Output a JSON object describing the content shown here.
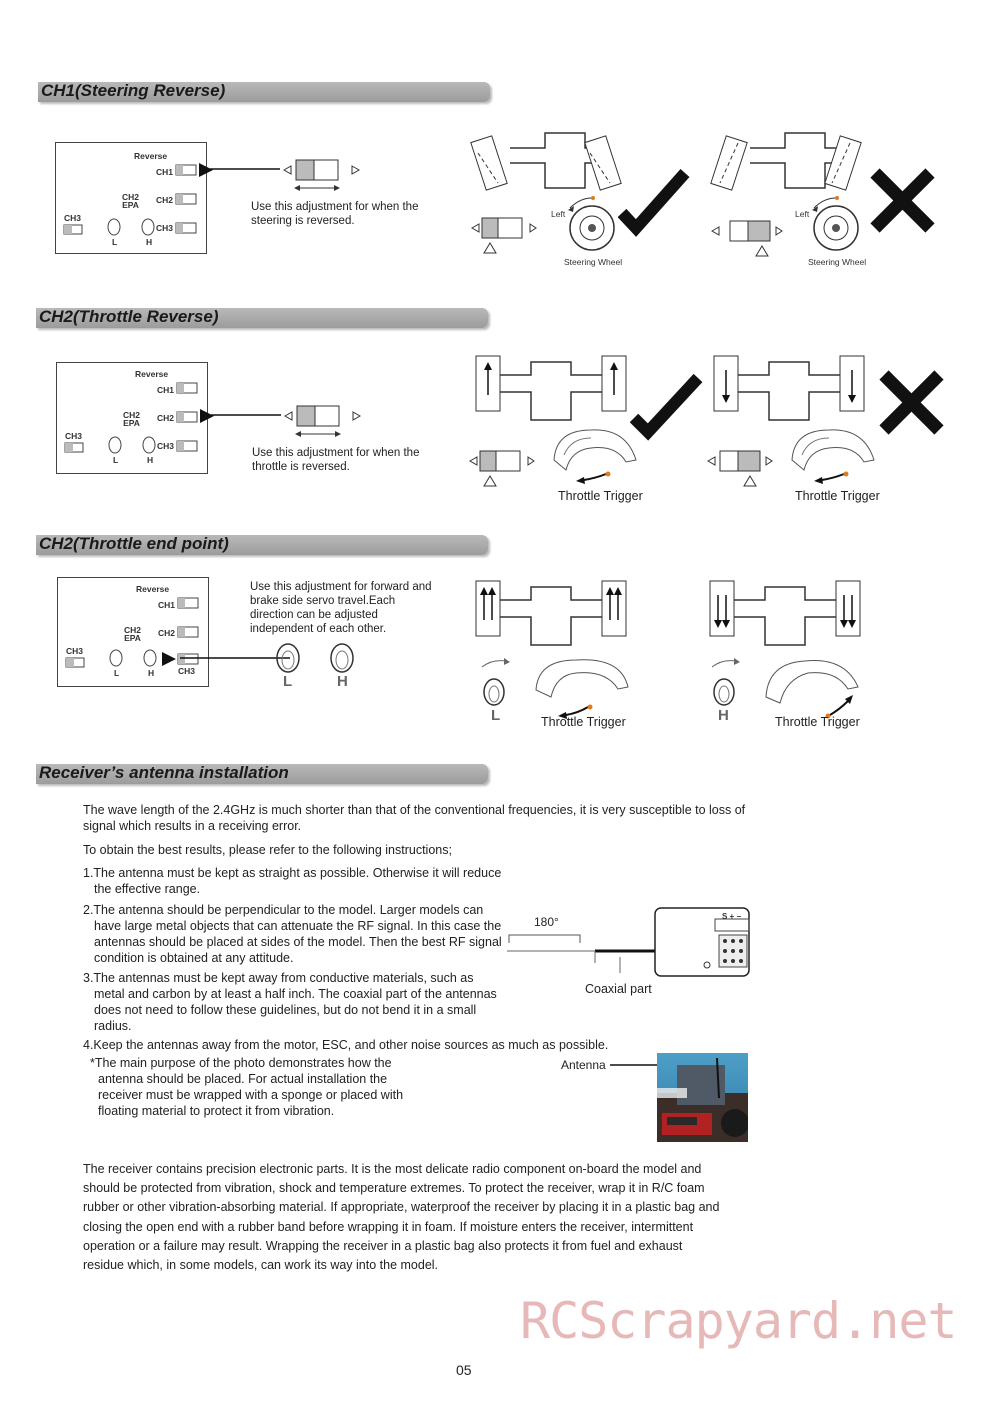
{
  "sections": {
    "ch1": {
      "title": "CH1(Steering Reverse)",
      "panel": {
        "reverse": "Reverse",
        "ch1": "CH1",
        "ch2epa": "CH2\nEPA",
        "ch2": "CH2",
        "ch3": "CH3",
        "ch3b": "CH3",
        "l": "L",
        "h": "H"
      },
      "caption": "Use this adjustment for when the steering is reversed.",
      "left_label": "Left",
      "wheel_label": "Steering Wheel"
    },
    "ch2rev": {
      "title": "CH2(Throttle Reverse)",
      "panel": {
        "reverse": "Reverse",
        "ch1": "CH1",
        "ch2epa": "CH2\nEPA",
        "ch2": "CH2",
        "ch3": "CH3",
        "ch3b": "CH3",
        "l": "L",
        "h": "H"
      },
      "caption": "Use this adjustment for when the throttle is reversed.",
      "trigger_label": "Throttle Trigger"
    },
    "ch2end": {
      "title": "CH2(Throttle end point)",
      "panel": {
        "reverse": "Reverse",
        "ch1": "CH1",
        "ch2epa": "CH2\nEPA",
        "ch2": "CH2",
        "ch3": "CH3",
        "ch3b": "CH3",
        "l": "L",
        "h": "H"
      },
      "caption": "Use this adjustment for forward and brake side servo travel.Each direction can be adjusted independent of each other.",
      "knob_l": "L",
      "knob_h": "H",
      "trigger_label": "Throttle Trigger"
    },
    "antenna": {
      "title": "Receiver’s antenna installation",
      "intro1": "The wave length of the 2.4GHz is much shorter than that of the conventional frequencies, it is very susceptible to loss of signal which results in a receiving error.",
      "intro2": "To obtain the best results, please refer to the following instructions;",
      "item1": "1.The antenna must be kept as straight as possible. Otherwise it will reduce the effective range.",
      "item2": "2.The antenna should be perpendicular to the model. Larger models can have large metal objects that can attenuate the RF signal. In this case the antennas should be placed at sides of the model. Then the best RF signal condition is obtained at any attitude.",
      "item3": "3.The antennas must be kept away from conductive materials, such as metal and carbon by at least a half inch. The coaxial part of the antennas does not need to follow these guidelines, but do not bend it in a small radius.",
      "item4": "4.Keep the antennas away from the motor, ESC, and other noise sources as much as possible.",
      "note": "*The main purpose of the photo demonstrates how the antenna should be placed. For actual installation the receiver must be wrapped with a sponge or placed with floating material to protect it from vibration.",
      "angle_label": "180°",
      "coaxial_label": "Coaxial part",
      "antenna_label": "Antenna",
      "receiver_marks": "S + −",
      "outro": "The receiver contains precision electronic parts. It is the most delicate radio component on-board the model and should be protected from vibration, shock and temperature extremes. To protect the receiver, wrap it in R/C foam rubber or other vibration-absorbing material. If appropriate, waterproof the receiver by placing it in a plastic bag and closing the open end with a rubber band before wrapping it in foam. If moisture enters the receiver, intermittent operation or a failure may result. Wrapping the receiver in a plastic bag also protects it from fuel and exhaust residue which, in some models, can work its way into the model."
    }
  },
  "page_number": "05",
  "watermark": "RCScrapyard.net"
}
